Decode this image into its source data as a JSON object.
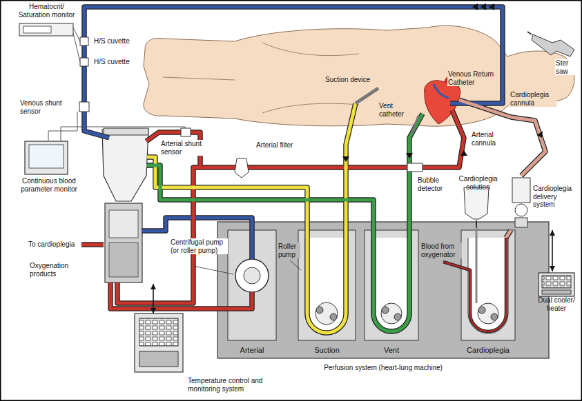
{
  "diagram": {
    "nodes": [
      {
        "text": [
          "Hematocrit/ Saturation monitor"
        ]
      },
      {
        "text": [
          "Continuous blood parameter monitor"
        ]
      },
      {
        "text": [
          "Oxygenation products"
        ]
      },
      {
        "text": [
          "Perfusion system (heart-lung machine)"
        ]
      },
      {
        "text": [
          "Arterial"
        ],
        "in": 3
      },
      {
        "text": [
          "Suction"
        ],
        "in": 3
      },
      {
        "text": [
          "Vent"
        ],
        "in": 3
      },
      {
        "text": [
          "Cardioplegia"
        ],
        "in": 3
      },
      {
        "text": [
          "Temperature control and monitoring system"
        ]
      },
      {
        "text": [
          "Cardioplegia solution"
        ]
      },
      {
        "text": [
          "Cardioplegia delivery system"
        ]
      },
      {
        "text": [
          "Dual cooler/ heater"
        ]
      }
    ],
    "edges": [
      {
        "from": 8,
        "to": 2,
        "arrow": "both"
      },
      {
        "from": 11,
        "to": 10,
        "arrow": "both"
      },
      {
        "from": 9,
        "to": 7,
        "arrow": "none"
      }
    ],
    "labels": [
      "H/S cuvette",
      "H/S cuvette",
      "Venous shunt sensor",
      "Arterial shunt sensor",
      "Arterial filter",
      "To cardioplegia",
      "Centrifugal pump (or roller pump)",
      "Roller pump",
      "Suction device",
      "Vent catheter",
      "Venous Return Catheter",
      "Ster saw",
      "Cardioplegia cannula",
      "Arterial cannula",
      "Bubble detector",
      "Blood from oxygenator"
    ]
  }
}
